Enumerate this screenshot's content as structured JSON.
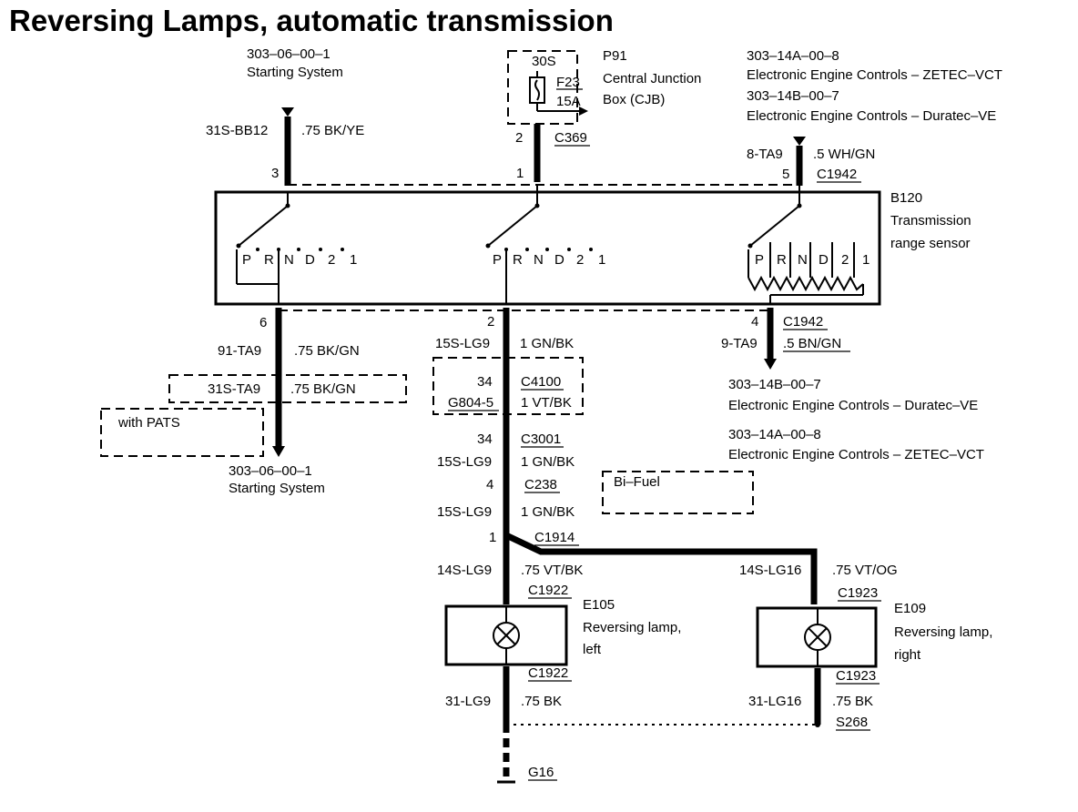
{
  "title": "Reversing Lamps, automatic transmission",
  "refs": {
    "starting_top_code": "303–06–00–1",
    "starting_top_name": "Starting System",
    "eec_top1_code": "303–14A–00–8",
    "eec_top1_name": "Electronic Engine Controls – ZETEC–VCT",
    "eec_top2_code": "303–14B–00–7",
    "eec_top2_name": "Electronic Engine Controls – Duratec–VE",
    "starting_bottom_code": "303–06–00–1",
    "starting_bottom_name": "Starting System",
    "eec_mid1_code": "303–14B–00–7",
    "eec_mid1_name": "Electronic Engine Controls – Duratec–VE",
    "eec_mid2_code": "303–14A–00–8",
    "eec_mid2_name": "Electronic Engine Controls – ZETEC–VCT"
  },
  "cjb": {
    "ref": "P91",
    "name_line1": "Central Junction",
    "name_line2": "Box (CJB)",
    "feed": "30S",
    "fuse": "F23",
    "rating": "15A"
  },
  "sensor": {
    "ref": "B120",
    "name_line1": "Transmission",
    "name_line2": "range sensor",
    "positions": [
      "P",
      "R",
      "N",
      "D",
      "2",
      "1"
    ]
  },
  "wires": {
    "w_31s_bb12": {
      "circuit": "31S-BB12",
      "spec": ".75 BK/YE",
      "pin": "3"
    },
    "w_c369": {
      "pin": "2",
      "connector": "C369",
      "pin_sensor": "1"
    },
    "w_8_ta9": {
      "circuit": "8-TA9",
      "spec": ".5 WH/GN",
      "pin": "5",
      "connector": "C1942"
    },
    "w_91_ta9": {
      "pin": "6",
      "circuit": "91-TA9",
      "spec": ".75 BK/GN"
    },
    "w_31s_ta9": {
      "circuit": "31S-TA9",
      "spec": ".75 BK/GN",
      "option": "with PATS"
    },
    "w_15s_lg9_a": {
      "pin": "2",
      "circuit": "15S-LG9",
      "spec": "1 GN/BK"
    },
    "w_c4100": {
      "pin": "34",
      "connector": "C4100",
      "circuit": "G804-5",
      "spec": "1 VT/BK"
    },
    "w_c3001": {
      "pin": "34",
      "connector": "C3001",
      "circuit": "15S-LG9",
      "spec": "1 GN/BK"
    },
    "w_c238": {
      "pin": "4",
      "connector": "C238",
      "circuit": "15S-LG9",
      "spec": "1 GN/BK",
      "option": "Bi–Fuel"
    },
    "w_9_ta9": {
      "pin": "4",
      "connector": "C1942",
      "circuit": "9-TA9",
      "spec": ".5 BN/GN"
    },
    "w_c1914": {
      "pin": "1",
      "connector": "C1914"
    },
    "w_14s_lg9": {
      "circuit": "14S-LG9",
      "spec": ".75 VT/BK",
      "connector": "C1922"
    },
    "w_14s_lg16": {
      "circuit": "14S-LG16",
      "spec": ".75 VT/OG",
      "connector": "C1923"
    },
    "w_31_lg9": {
      "connector": "C1922",
      "circuit": "31-LG9",
      "spec": ".75 BK"
    },
    "w_31_lg16": {
      "connector": "C1923",
      "circuit": "31-LG16",
      "spec": ".75 BK",
      "splice": "S268"
    },
    "ground": "G16"
  },
  "lamps": {
    "left": {
      "ref": "E105",
      "name_line1": "Reversing lamp,",
      "name_line2": "left"
    },
    "right": {
      "ref": "E109",
      "name_line1": "Reversing lamp,",
      "name_line2": "right"
    }
  }
}
